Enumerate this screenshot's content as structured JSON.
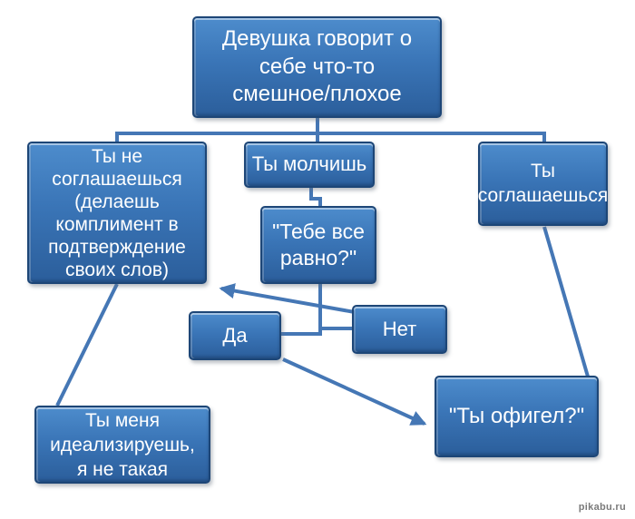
{
  "colors": {
    "page_bg": "#ffffff",
    "box_fill_top": "#4d8ccc",
    "box_fill_mid": "#3a75b7",
    "box_fill_bottom": "#2b5e9b",
    "box_border": "#1d4677",
    "box_text": "#ffffff",
    "connector": "#4577b5",
    "watermark": "#7a7a7a"
  },
  "nodes": {
    "start": {
      "label": "Девушка говорит о себе что-то смешное/плохое"
    },
    "disagree": {
      "label": "Ты не соглашаешься (делаешь комплимент в подтверждение своих слов)"
    },
    "silent": {
      "label": "Ты молчишь"
    },
    "question": {
      "label": "\"Тебе все равно?\""
    },
    "agree": {
      "label": "Ты соглашаешься"
    },
    "yes": {
      "label": "Да"
    },
    "no": {
      "label": "Нет"
    },
    "idealize": {
      "label": "Ты меня идеализируешь, я не такая"
    },
    "ofigel": {
      "label": "\"Ты офигел?\""
    }
  },
  "edges": [
    {
      "from": "start",
      "to": "disagree",
      "arrow": false
    },
    {
      "from": "start",
      "to": "silent",
      "arrow": false
    },
    {
      "from": "start",
      "to": "agree",
      "arrow": false
    },
    {
      "from": "silent",
      "to": "question",
      "arrow": false
    },
    {
      "from": "question",
      "to": "yes",
      "arrow": false
    },
    {
      "from": "question",
      "to": "no",
      "arrow": false
    },
    {
      "from": "no",
      "to": "disagree",
      "arrow": true
    },
    {
      "from": "yes",
      "to": "ofigel",
      "arrow": true
    },
    {
      "from": "disagree",
      "to": "idealize",
      "arrow": false
    },
    {
      "from": "agree",
      "to": "ofigel",
      "arrow": false
    }
  ],
  "watermark": {
    "label": "pikabu.ru"
  }
}
